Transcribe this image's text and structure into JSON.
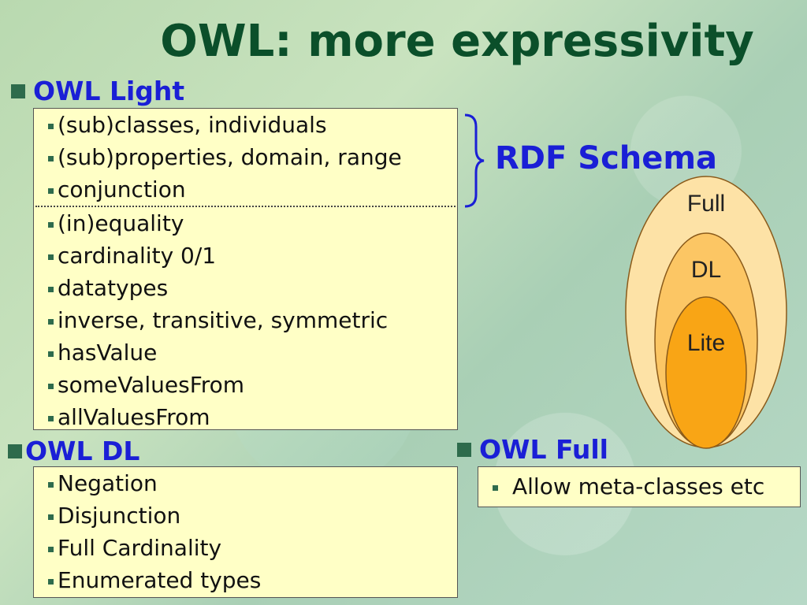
{
  "title": "OWL: more expressivity",
  "owl_light": {
    "heading": "OWL Light",
    "items_rdf": [
      "(sub)classes, individuals",
      "(sub)properties, domain, range",
      "conjunction"
    ],
    "items_extra": [
      "(in)equality",
      "cardinality 0/1",
      "datatypes",
      "inverse, transitive, symmetric",
      "hasValue",
      "someValuesFrom",
      "allValuesFrom"
    ]
  },
  "rdf_schema_label": "RDF Schema",
  "owl_dl": {
    "heading": "OWL DL",
    "items": [
      "Negation",
      "Disjunction",
      "Full Cardinality",
      "Enumerated types"
    ]
  },
  "owl_full": {
    "heading": "OWL Full",
    "items": [
      "Allow meta-classes etc"
    ]
  },
  "ellipses": {
    "full": "Full",
    "dl": "DL",
    "lite": "Lite"
  },
  "colors": {
    "heading_blue": "#1a1fd6",
    "title_green": "#0b4f2a",
    "box_yellow": "#ffffc6",
    "full_fill": "#fde2a6",
    "dl_fill": "#fcc664",
    "lite_fill": "#f9a515"
  }
}
